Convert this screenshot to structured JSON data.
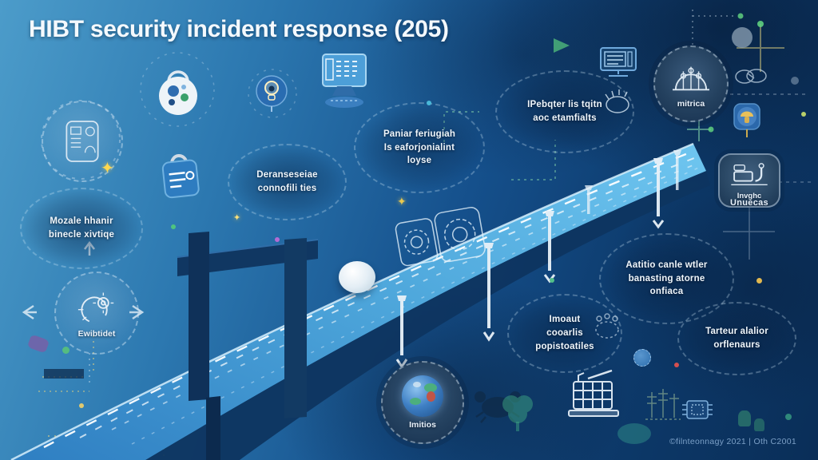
{
  "title": "HIBT security incident response (205)",
  "footer": "©filnteonnagy 2021 | Oth C2001",
  "bubbles": [
    {
      "name": "mozale",
      "text": "Mozale hhanir\nbinecle xivtiqe"
    },
    {
      "name": "deranse",
      "text": "Deranseseiae\nconnofili ties"
    },
    {
      "name": "paniar",
      "text": "Paniar feriugiah\nIs eaforjonialint\nloyse"
    },
    {
      "name": "pebqter",
      "text": "IPebqter lis tqitn\naoc etamfialts"
    },
    {
      "name": "aatitio",
      "text": "Aatitio canle wtler\nbanasting atorne\nonfiaca"
    },
    {
      "name": "imoaut",
      "text": "Imoaut\ncooarlis\npopistoatiles"
    },
    {
      "name": "tarteur",
      "text": "Tarteur alalior\norflenaurs"
    }
  ],
  "badges": [
    {
      "name": "mitrica",
      "label": "mitrica"
    },
    {
      "name": "invghc",
      "label": "Invghc",
      "sublabel": "Unuecas"
    },
    {
      "name": "ewibtidet",
      "label": "Ewibtidet"
    },
    {
      "name": "imitios",
      "label": "Imitios"
    }
  ],
  "icons": {
    "lock-globe-icon": "white globe circle with padlock shackle",
    "padlock-tag-icon": "blue tag with shackle and list lines",
    "lightbulb-keyhole-icon": "blue circle with bulb",
    "monitor-icon": "blue monitor with keyboard stand",
    "monitor-small-icon": "small screen with text lines",
    "brain-icon": "line-art brain dome",
    "machine-icon": "line-art machine with pipe",
    "document-card-icon": "line-art id card",
    "head-gears-icon": "line-art head with gear",
    "globe-icon": "colorful earth globe",
    "cash-register-icon": "line-art register grid",
    "mushroom-chip-icon": "blue square with yellow mushroom",
    "paw-icon": "dashed paw outline",
    "crab-icon": "dark crab silhouette",
    "clover-icon": "green clover cluster",
    "handshake-icon": "line-art handshake",
    "hand-icon": "line-art hand scribble",
    "tree-icons": "line-art antenna trees",
    "chip-icon": "small circuit chip",
    "dome-light": "white dome lamp on bridge",
    "bridge-road": "blue highway bridge with dashed lanes"
  },
  "colors": {
    "background_top": "#4c9cca",
    "background_deep": "#0a2e58",
    "road": "#4fa8dc",
    "road_highlight": "#d6eefb",
    "pillar_dark": "#103762",
    "text": "#f0f6fb",
    "sparkle": "#ffd84f",
    "circuit_yellow": "#e8d47e",
    "circuit_green": "#7cc9a6"
  }
}
